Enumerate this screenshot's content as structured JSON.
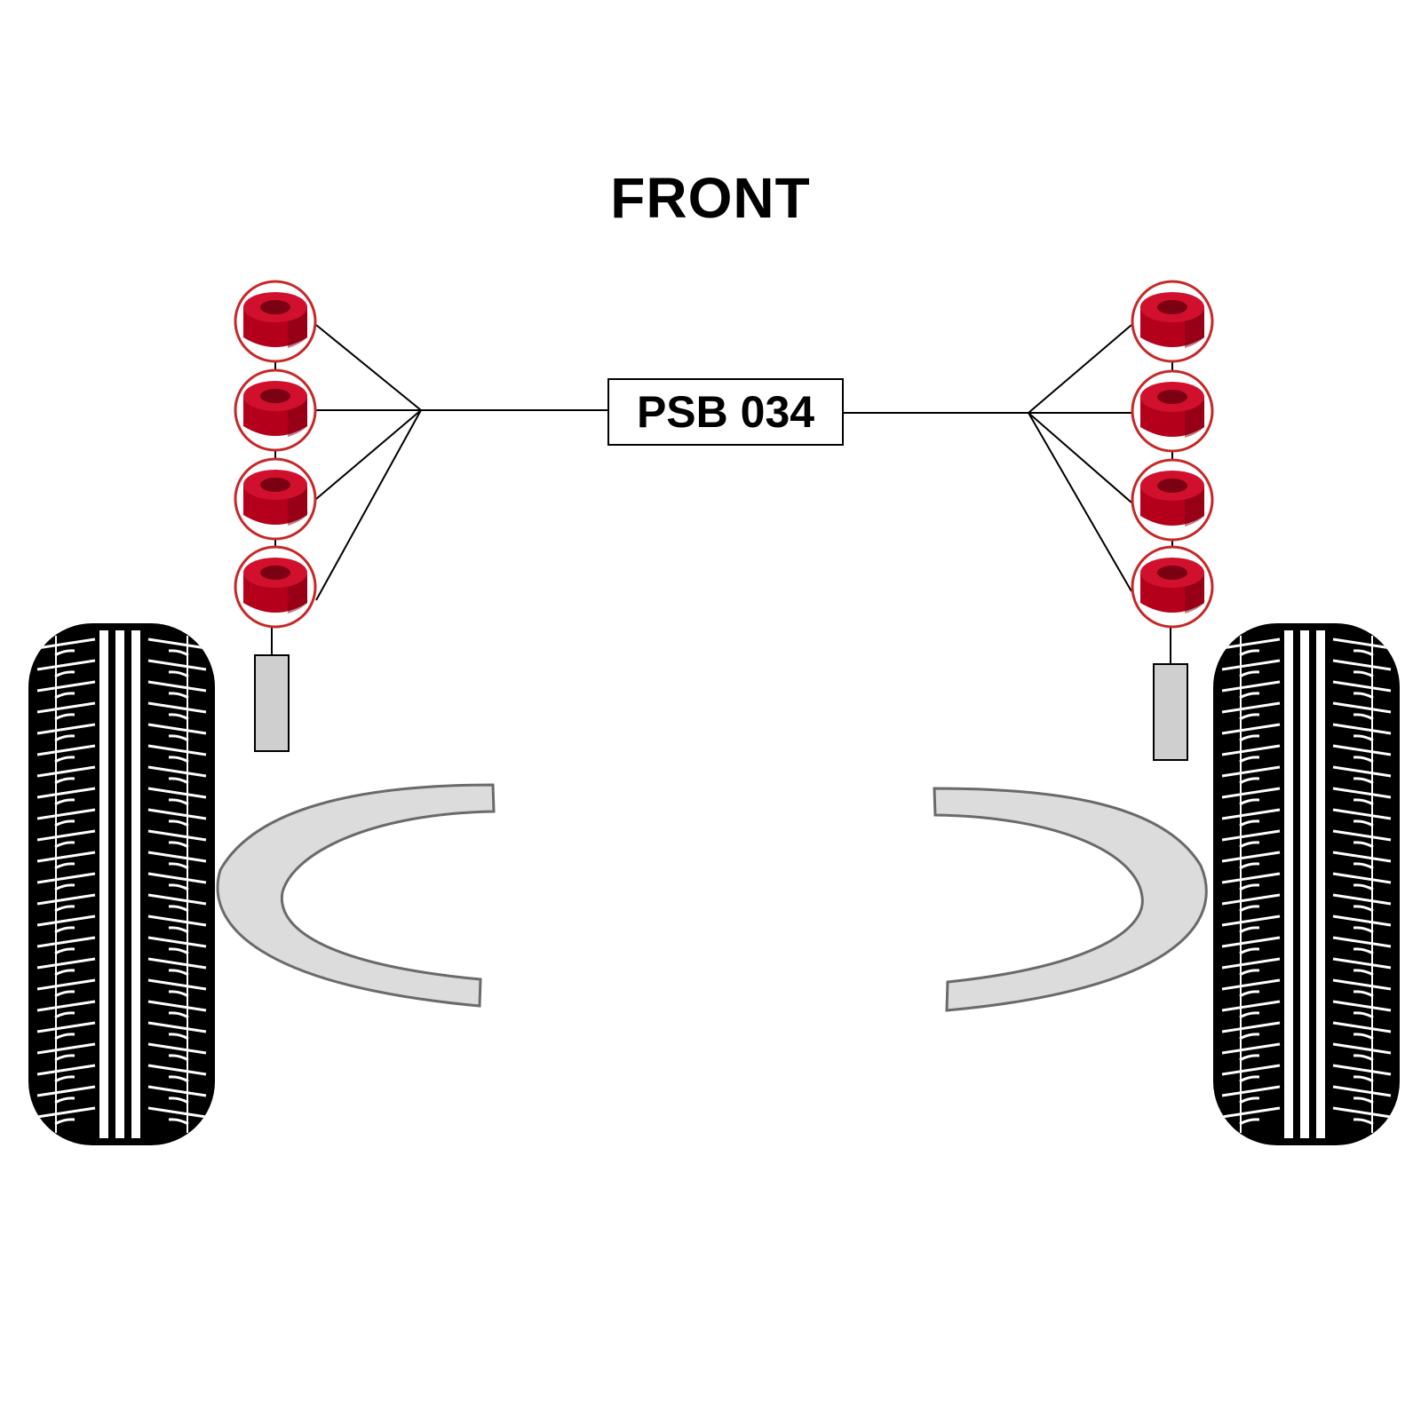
{
  "heading": "FRONT",
  "part_number": "PSB 034",
  "colors": {
    "bush": "#b5001c",
    "bush_dark": "#7a0012",
    "ring": "#c62828",
    "panel": "#dcdcdc",
    "tyre": "#000000"
  },
  "bush_sets": [
    {
      "side": "left",
      "count": 4
    },
    {
      "side": "right",
      "count": 4
    }
  ]
}
